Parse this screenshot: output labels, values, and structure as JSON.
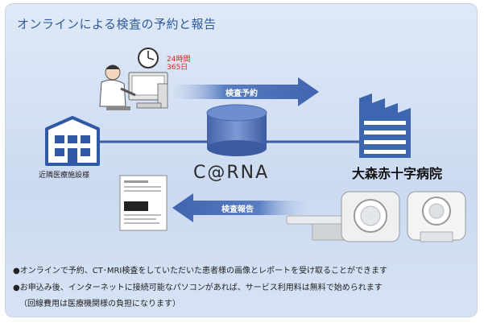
{
  "title": "オンラインによる検査の予約と報告",
  "availability": {
    "line1": "24時間",
    "line2": "365日"
  },
  "arrow_top_label": "検査予約",
  "arrow_bottom_label": "検査報告",
  "clinic_label": "近隣医療施設様",
  "logo_text": "C@RNA",
  "hospital_name": "大森赤十字病院",
  "notes": [
    "●オンラインで予約、CT･MRI検査をしていただいた患者様の画像とレポートを受け取ることができます",
    "●お申込み後、インターネットに接続可能なパソコンがあれば、サービス利用料は無料で始められます",
    "（回線費用は医療機関様の負担になります）"
  ],
  "colors": {
    "arrow": "#4a6fb5",
    "cylinder": "#5676bd",
    "hospital": "#3d66b0",
    "accent_red": "#d9261c",
    "title": "#2f5a9c"
  }
}
